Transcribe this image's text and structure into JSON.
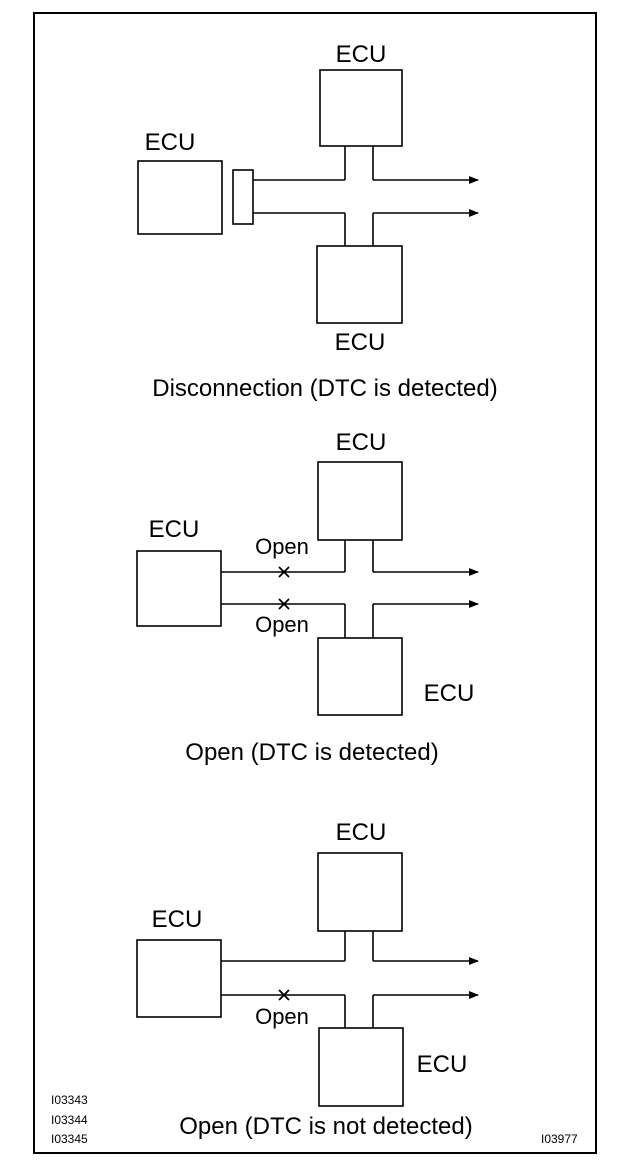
{
  "diagrams": [
    {
      "caption": "Disconnection (DTC is detected)",
      "ecu_top": "ECU",
      "ecu_left": "ECU",
      "ecu_bottom": "ECU"
    },
    {
      "caption": "Open (DTC is detected)",
      "ecu_top": "ECU",
      "ecu_left": "ECU",
      "ecu_bottom": "ECU",
      "open_upper": "Open",
      "open_lower": "Open"
    },
    {
      "caption": "Open (DTC is not detected)",
      "ecu_top": "ECU",
      "ecu_left": "ECU",
      "ecu_bottom": "ECU",
      "open_lower": "Open"
    }
  ],
  "codes": {
    "left": [
      "I03343",
      "I03344",
      "I03345"
    ],
    "right": "I03977"
  }
}
